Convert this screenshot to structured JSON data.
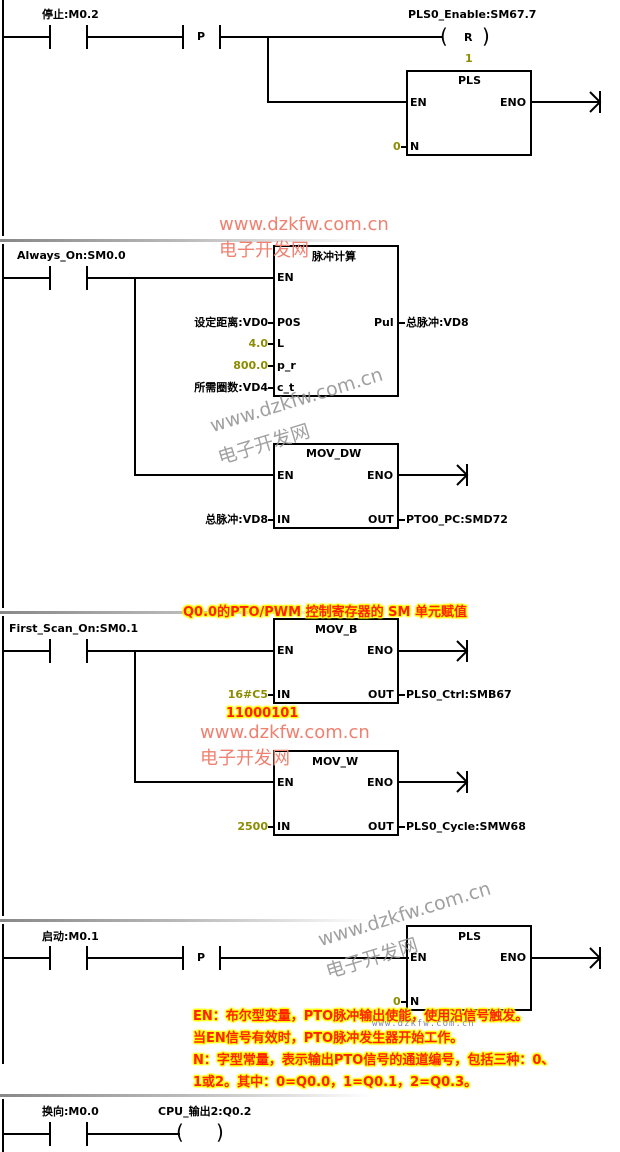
{
  "networks": [
    {
      "id": 1,
      "contacts": [
        {
          "label": "停止:M0.2"
        },
        {
          "label": "P",
          "type": "positive-transition"
        }
      ],
      "coil": {
        "label": "PLS0_Enable:SM67.7",
        "type": "R",
        "count": "1"
      },
      "box": {
        "title": "PLS",
        "in_pins": [
          "EN",
          "N"
        ],
        "out_pins": [
          "ENO"
        ],
        "n_value": "0"
      }
    },
    {
      "id": 2,
      "contacts": [
        {
          "label": "Always_On:SM0.0"
        }
      ],
      "box1": {
        "title": "脉冲计算",
        "in_pins": [
          "EN",
          "P0S",
          "L",
          "p_r",
          "c_t"
        ],
        "in_values": [
          "",
          "设定距离:VD0",
          "4.0",
          "800.0",
          "所需圈数:VD4"
        ],
        "out_pins": [
          "Pul"
        ],
        "out_values": [
          "总脉冲:VD8"
        ]
      },
      "box2": {
        "title": "MOV_DW",
        "in_pins": [
          "EN",
          "IN"
        ],
        "in_values": [
          "",
          "总脉冲:VD8"
        ],
        "out_pins": [
          "ENO",
          "OUT"
        ],
        "out_values": [
          "",
          "PTO0_PC:SMD72"
        ]
      }
    },
    {
      "id": 3,
      "contacts": [
        {
          "label": "First_Scan_On:SM0.1"
        }
      ],
      "annotation": "Q0.0的PTO/PWM 控制寄存器的 SM 单元赋值",
      "box1": {
        "title": "MOV_B",
        "in_pins": [
          "EN",
          "IN"
        ],
        "in_values": [
          "",
          "16#C5"
        ],
        "out_pins": [
          "ENO",
          "OUT"
        ],
        "out_values": [
          "",
          "PLS0_Ctrl:SMB67"
        ],
        "binary_note": "11000101"
      },
      "box2": {
        "title": "MOV_W",
        "in_pins": [
          "EN",
          "IN"
        ],
        "in_values": [
          "",
          "2500"
        ],
        "out_pins": [
          "ENO",
          "OUT"
        ],
        "out_values": [
          "",
          "PLS0_Cycle:SMW68"
        ]
      }
    },
    {
      "id": 4,
      "contacts": [
        {
          "label": "启动:M0.1"
        },
        {
          "label": "P",
          "type": "positive-transition"
        }
      ],
      "box": {
        "title": "PLS",
        "in_pins": [
          "EN",
          "N"
        ],
        "out_pins": [
          "ENO"
        ],
        "n_value": "0"
      },
      "notes": [
        "EN：布尔型变量，PTO脉冲输出使能，使用沿信号触发。",
        "当EN信号有效时，PTO脉冲发生器开始工作。",
        "N：字型常量，表示输出PTO信号的通道编号，包括三种：0、",
        "1或2。其中：0=Q0.0，1=Q0.1，2=Q0.3。"
      ]
    },
    {
      "id": 5,
      "contacts": [
        {
          "label": "换向:M0.0"
        }
      ],
      "coil": {
        "label": "CPU_输出2:Q0.2",
        "type": ""
      }
    }
  ],
  "watermarks": {
    "url": "www.dzkfw.com.cn",
    "name": "电子开发网"
  },
  "colors": {
    "constant": "#8c8c00",
    "watermark": "#f08070",
    "annotation_text": "#ff2200",
    "annotation_glow": "#ffff00"
  }
}
